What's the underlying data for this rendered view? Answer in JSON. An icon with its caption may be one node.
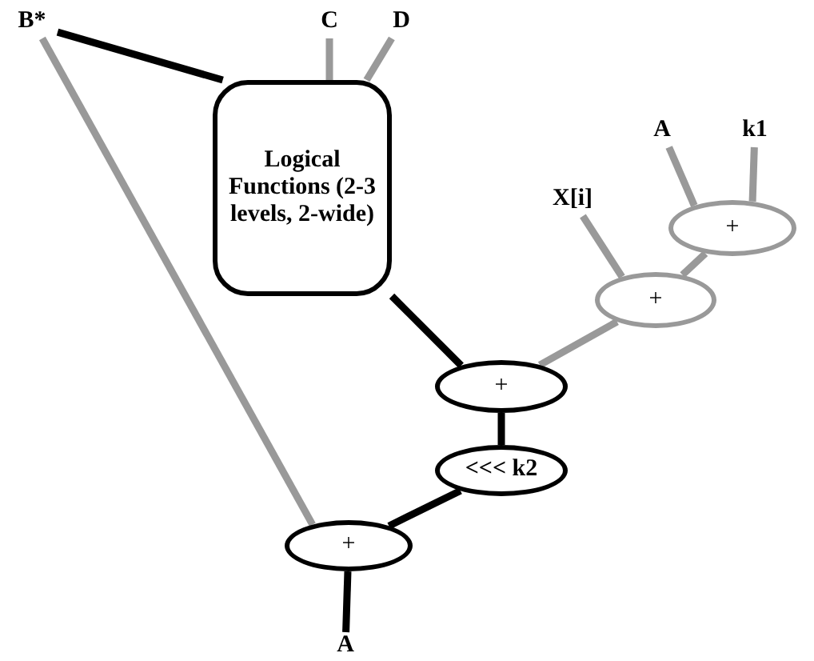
{
  "diagram": {
    "nodes": [
      {
        "text": [
          "B*"
        ]
      },
      {
        "text": [
          "C"
        ]
      },
      {
        "text": [
          "D"
        ]
      },
      {
        "text": [
          "Logical Functions (2-3 levels, 2-wide)"
        ]
      },
      {
        "text": [
          "A"
        ]
      },
      {
        "text": [
          "k1"
        ]
      },
      {
        "text": [
          "X[i]"
        ]
      },
      {
        "text": [
          "+"
        ]
      },
      {
        "text": [
          "+"
        ]
      },
      {
        "text": [
          "+"
        ]
      },
      {
        "text": [
          "<<< k2"
        ]
      },
      {
        "text": [
          "+"
        ]
      },
      {
        "text": [
          "A"
        ]
      }
    ],
    "edges": [
      {
        "from": 0,
        "to": 3,
        "arrow": "none",
        "color": "#000000"
      },
      {
        "from": 0,
        "to": 11,
        "arrow": "none"
      },
      {
        "from": 1,
        "to": 3,
        "arrow": "none"
      },
      {
        "from": 2,
        "to": 3,
        "arrow": "none"
      },
      {
        "from": 4,
        "to": 7,
        "arrow": "none"
      },
      {
        "from": 5,
        "to": 7,
        "arrow": "none"
      },
      {
        "from": 6,
        "to": 8,
        "arrow": "none"
      },
      {
        "from": 7,
        "to": 8,
        "arrow": "none"
      },
      {
        "from": 8,
        "to": 9,
        "arrow": "none"
      },
      {
        "from": 3,
        "to": 9,
        "arrow": "none",
        "color": "#000000"
      },
      {
        "from": 9,
        "to": 10,
        "arrow": "none",
        "color": "#000000"
      },
      {
        "from": 10,
        "to": 11,
        "arrow": "none",
        "color": "#000000"
      },
      {
        "from": 11,
        "to": 12,
        "arrow": "none",
        "color": "#000000"
      }
    ]
  }
}
